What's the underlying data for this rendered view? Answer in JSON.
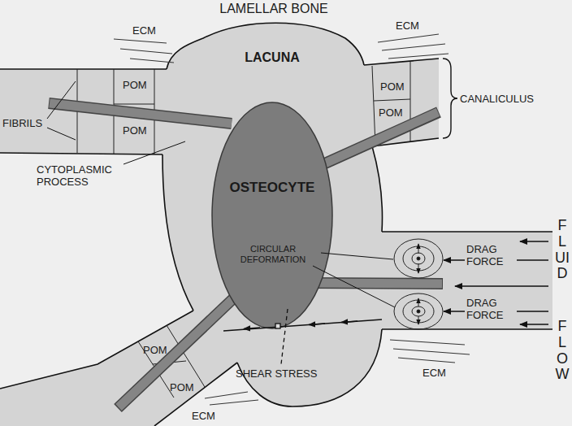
{
  "diagram": {
    "nodes": [
      {
        "text": [
          "LACUNA"
        ]
      },
      {
        "text": [
          "OSTEOCYTE"
        ],
        "in": 0
      }
    ],
    "labels": [
      "LAMELLAR BONE",
      "ECM",
      "ECM",
      "FIBRILS",
      "POM",
      "POM",
      "CYTOPLASMIC PROCESS",
      "POM",
      "POM",
      "CANALICULUS",
      "CIRCULAR DEFORMATION",
      "DRAG FORCE",
      "DRAG FORCE",
      "FLUID",
      "FLOW",
      "POM",
      "POM",
      "SHEAR STRESS",
      "ECM",
      "ECM"
    ]
  }
}
